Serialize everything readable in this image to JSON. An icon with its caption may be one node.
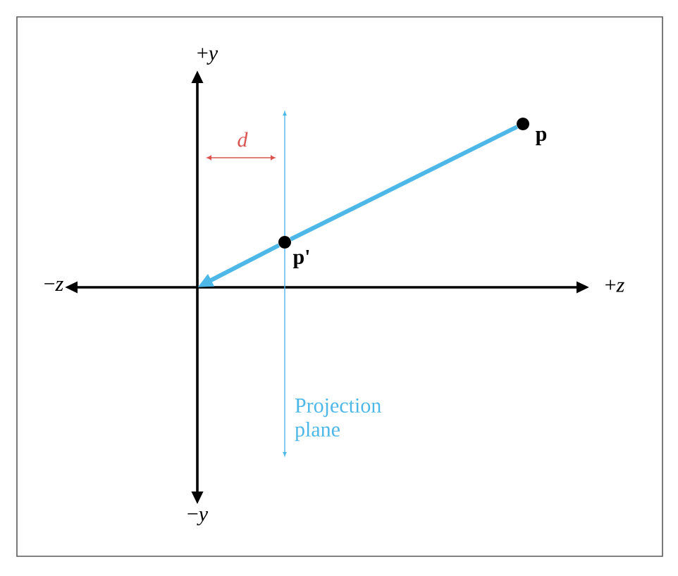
{
  "diagram": {
    "nodes": [
      {
        "text": [],
        "shape": "circle",
        "beside": [
          "p"
        ]
      },
      {
        "text": [],
        "shape": "circle",
        "beside": [
          "p'"
        ]
      }
    ],
    "edges": [
      {
        "from": 0,
        "to": 1,
        "arrow": "none"
      },
      {
        "from": 1,
        "to": null,
        "arrow": "to"
      }
    ],
    "labels": [
      "+*y*",
      "*d*",
      "−*z*",
      "+*z*",
      "Projection plane",
      "−*y*"
    ]
  }
}
